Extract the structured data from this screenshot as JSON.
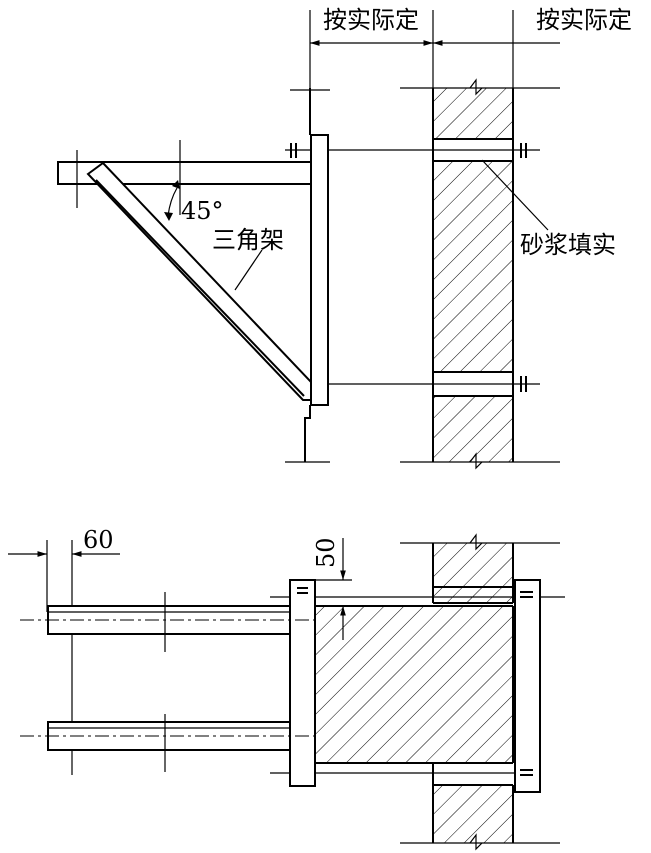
{
  "labels": {
    "dim_top_left": "按实际定",
    "dim_top_right": "按实际定",
    "angle": "45°",
    "bracket": "三角架",
    "mortar": "砂浆填实",
    "dim_60": "60",
    "dim_50": "50"
  }
}
